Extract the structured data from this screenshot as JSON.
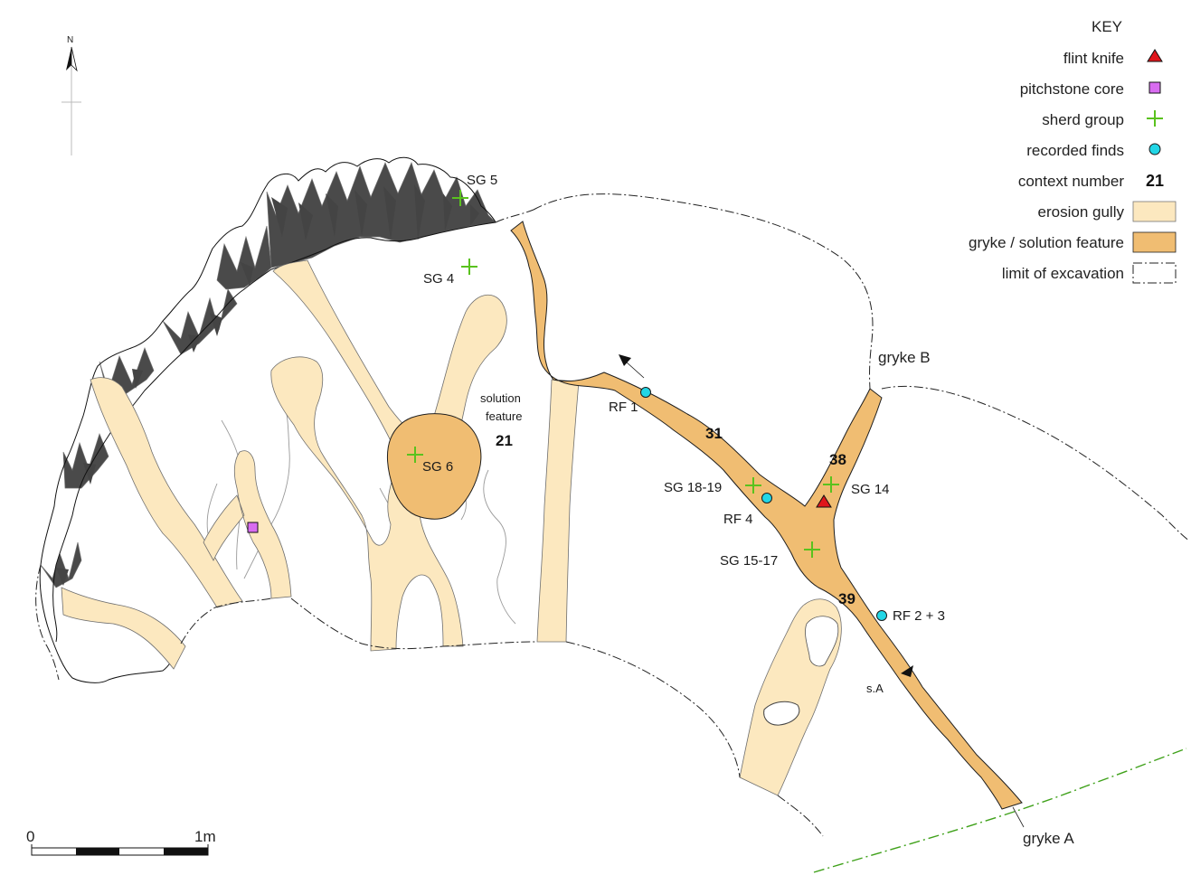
{
  "north_label": "N",
  "key": {
    "title": "KEY",
    "items": [
      {
        "label": "flint knife",
        "symbol": "triangle",
        "color": "#e0161b"
      },
      {
        "label": "pitchstone core",
        "symbol": "square",
        "color": "#d86cf0"
      },
      {
        "label": "sherd group",
        "symbol": "cross",
        "color": "#5ac21e"
      },
      {
        "label": "recorded finds",
        "symbol": "circle",
        "color": "#22d6e6"
      },
      {
        "label": "context number",
        "symbol": "text",
        "sample": "21"
      },
      {
        "label": "erosion gully",
        "symbol": "swatch",
        "color": "#fce8bf"
      },
      {
        "label": "gryke / solution feature",
        "symbol": "swatch",
        "color": "#f0bd72"
      },
      {
        "label": "limit of excavation",
        "symbol": "dashed-box"
      }
    ]
  },
  "map": {
    "sherd_groups": {
      "sg5": "SG 5",
      "sg4": "SG 4",
      "sg6": "SG 6",
      "sg18_19": "SG 18-19",
      "sg14": "SG 14",
      "sg15_17": "SG 15-17"
    },
    "recorded_finds": {
      "rf1": "RF 1",
      "rf4": "RF 4",
      "rf2_3": "RF 2 + 3"
    },
    "contexts": {
      "c21": "21",
      "c31": "31",
      "c38": "38",
      "c39": "39"
    },
    "solution_feature_line1": "solution",
    "solution_feature_line2": "feature",
    "gryke_a": "gryke A",
    "gryke_b": "gryke B",
    "section_label": "s.A"
  },
  "scale_bar": {
    "start": "0",
    "end": "1m"
  }
}
